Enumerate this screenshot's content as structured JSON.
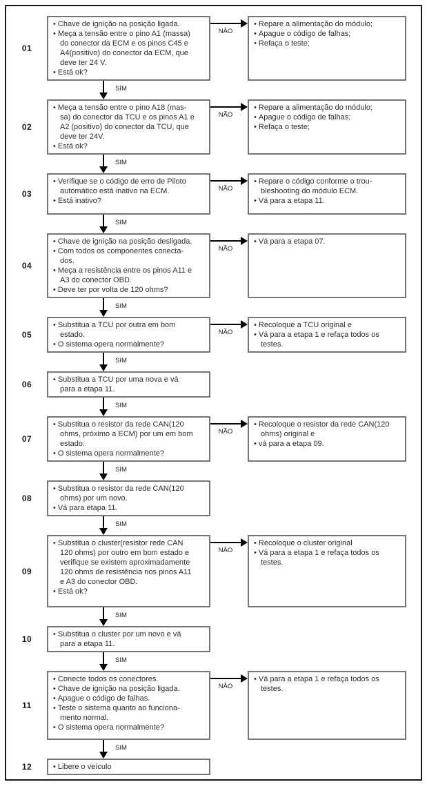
{
  "labels": {
    "yes": "SIM",
    "no": "NÃO"
  },
  "steps": [
    {
      "number": "01",
      "left": [
        "Chave de ignição na posição ligada.",
        "Meça a tensão entre o pino A1 (massa)\ndo conector da ECM e os pinos C45 e\nA4(positivo) do conector da ECM, que\ndeve ter 24 V.",
        "Está ok?"
      ],
      "right": [
        "Repare a alimentação do módulo;",
        "Apague o código de falhas;",
        "Refaça o teste;"
      ]
    },
    {
      "number": "02",
      "left": [
        "Meça a tensão entre o pino A18 (mas-\nsa) do conector da TCU e os pinos A1 e\nA2 (positivo) do conector da TCU, que\ndeve ter 24V.",
        "Está ok?"
      ],
      "right": [
        "Repare a alimentação do módulo;",
        "Apague o código de falhas;",
        "Refaça o teste;"
      ]
    },
    {
      "number": "03",
      "left": [
        "Verifique se o código de erro de Piloto\nautomático está inativo na ECM.",
        "Está inativo?"
      ],
      "right": [
        "Repare o código conforme o trou-\nbleshooting do módulo ECM.",
        "Vá para a etapa 11."
      ]
    },
    {
      "number": "04",
      "left": [
        "Chave de ignição na posição desligada.",
        "Com todos os componentes conecta-\ndos.",
        "Meça a resistência entre os pinos A11 e\nA3 do conector OBD.",
        "Deve ter por volta de 120 ohms?"
      ],
      "right": [
        "Vá para a etapa 07."
      ]
    },
    {
      "number": "05",
      "left": [
        "Substitua a TCU por outra em bom\nestado.",
        "O sistema opera normalmente?"
      ],
      "right": [
        "Recoloque a TCU original e",
        "Vá para a etapa 1 e refaça todos os\ntestes."
      ]
    },
    {
      "number": "06",
      "left": [
        "Substitua a TCU por uma nova e vá\npara a etapa 11."
      ],
      "right": []
    },
    {
      "number": "07",
      "left": [
        "Substitua o resistor da rede CAN(120\nohms, próximo a ECM) por um em bom\nestado.",
        "O sistema opera normalmente?"
      ],
      "right": [
        "Recoloque o resistor da rede CAN(120\nohms) original e",
        "vá para a etapa 09."
      ]
    },
    {
      "number": "08",
      "left": [
        "Substitua o resistor da rede CAN(120\nohms) por um novo.",
        "Vá para etapa 11."
      ],
      "right": []
    },
    {
      "number": "09",
      "left": [
        "Substitua o cluster(resistor rede CAN\n120 ohms) por outro em bom estado e\nverifique se existem aproximadamente\n120 ohms de resistência nos pinos A11\ne A3 do conector OBD.",
        "Está ok?"
      ],
      "right": [
        "Recoloque o cluster original",
        "Vá para a etapa 1 e refaça todos os\ntestes."
      ]
    },
    {
      "number": "10",
      "left": [
        "Substitua o cluster por um novo e vá\npara a etapa 11."
      ],
      "right": []
    },
    {
      "number": "11",
      "left": [
        "Conecte todos os conectores.",
        "Chave de ignição na posição ligada.",
        "Apague o código de falhas.",
        "Teste o sistema quanto ao funciona-\nmento normal.",
        "O sistema opera normalmente?"
      ],
      "right": [
        "Vá para a etapa 1 e refaça todos os\ntestes."
      ]
    },
    {
      "number": "12",
      "left": [
        "Libere o veículo"
      ],
      "right": []
    }
  ]
}
